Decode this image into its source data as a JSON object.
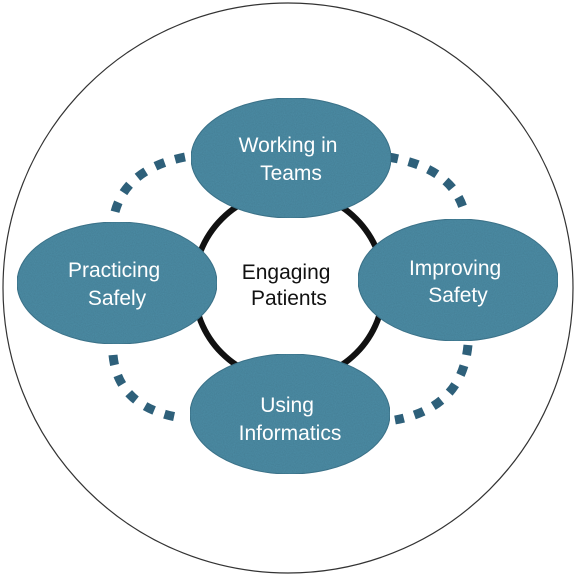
{
  "diagram": {
    "center": {
      "line1": "Engaging",
      "line2": "Patients"
    },
    "nodes": [
      {
        "id": "top",
        "line1": "Working in",
        "line2": "Teams"
      },
      {
        "id": "right",
        "line1": "Improving",
        "line2": "Safety"
      },
      {
        "id": "bottom",
        "line1": "Using",
        "line2": "Informatics"
      },
      {
        "id": "left",
        "line1": "Practicing",
        "line2": "Safely"
      }
    ]
  },
  "colors": {
    "node_fill": "#4d8da6",
    "node_stroke": "#3f7890",
    "ring_solid": "#111111",
    "ring_dashed": "#2e607a",
    "outer_circle": "#333333",
    "node_text": "#ffffff"
  }
}
